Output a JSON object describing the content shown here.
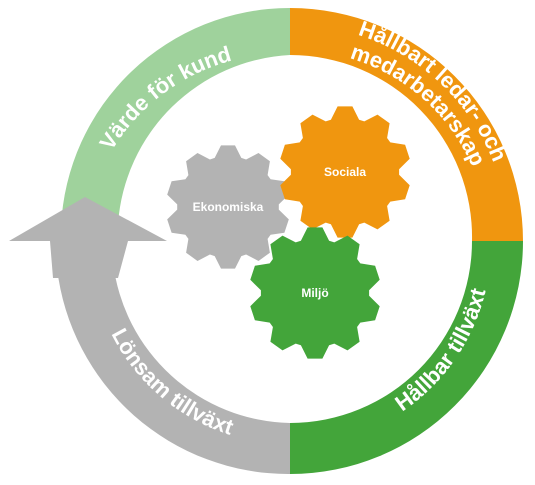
{
  "ring": {
    "segments": [
      {
        "label": "Värde för kund",
        "color": "#9fd29c"
      },
      {
        "label": "Hållbart ledar- och",
        "label_line2": "medarbetarskap",
        "color": "#f0960f"
      },
      {
        "label": "Hållbar tillväxt",
        "color": "#43a53a"
      },
      {
        "label": "Lönsam tillväxt",
        "color": "#b3b3b3"
      }
    ]
  },
  "gears": [
    {
      "label": "Ekonomiska",
      "color": "#b3b3b3"
    },
    {
      "label": "Sociala",
      "color": "#f0960f"
    },
    {
      "label": "Miljö",
      "color": "#43a53a"
    }
  ],
  "arrow": {
    "color": "#b3b3b3"
  }
}
